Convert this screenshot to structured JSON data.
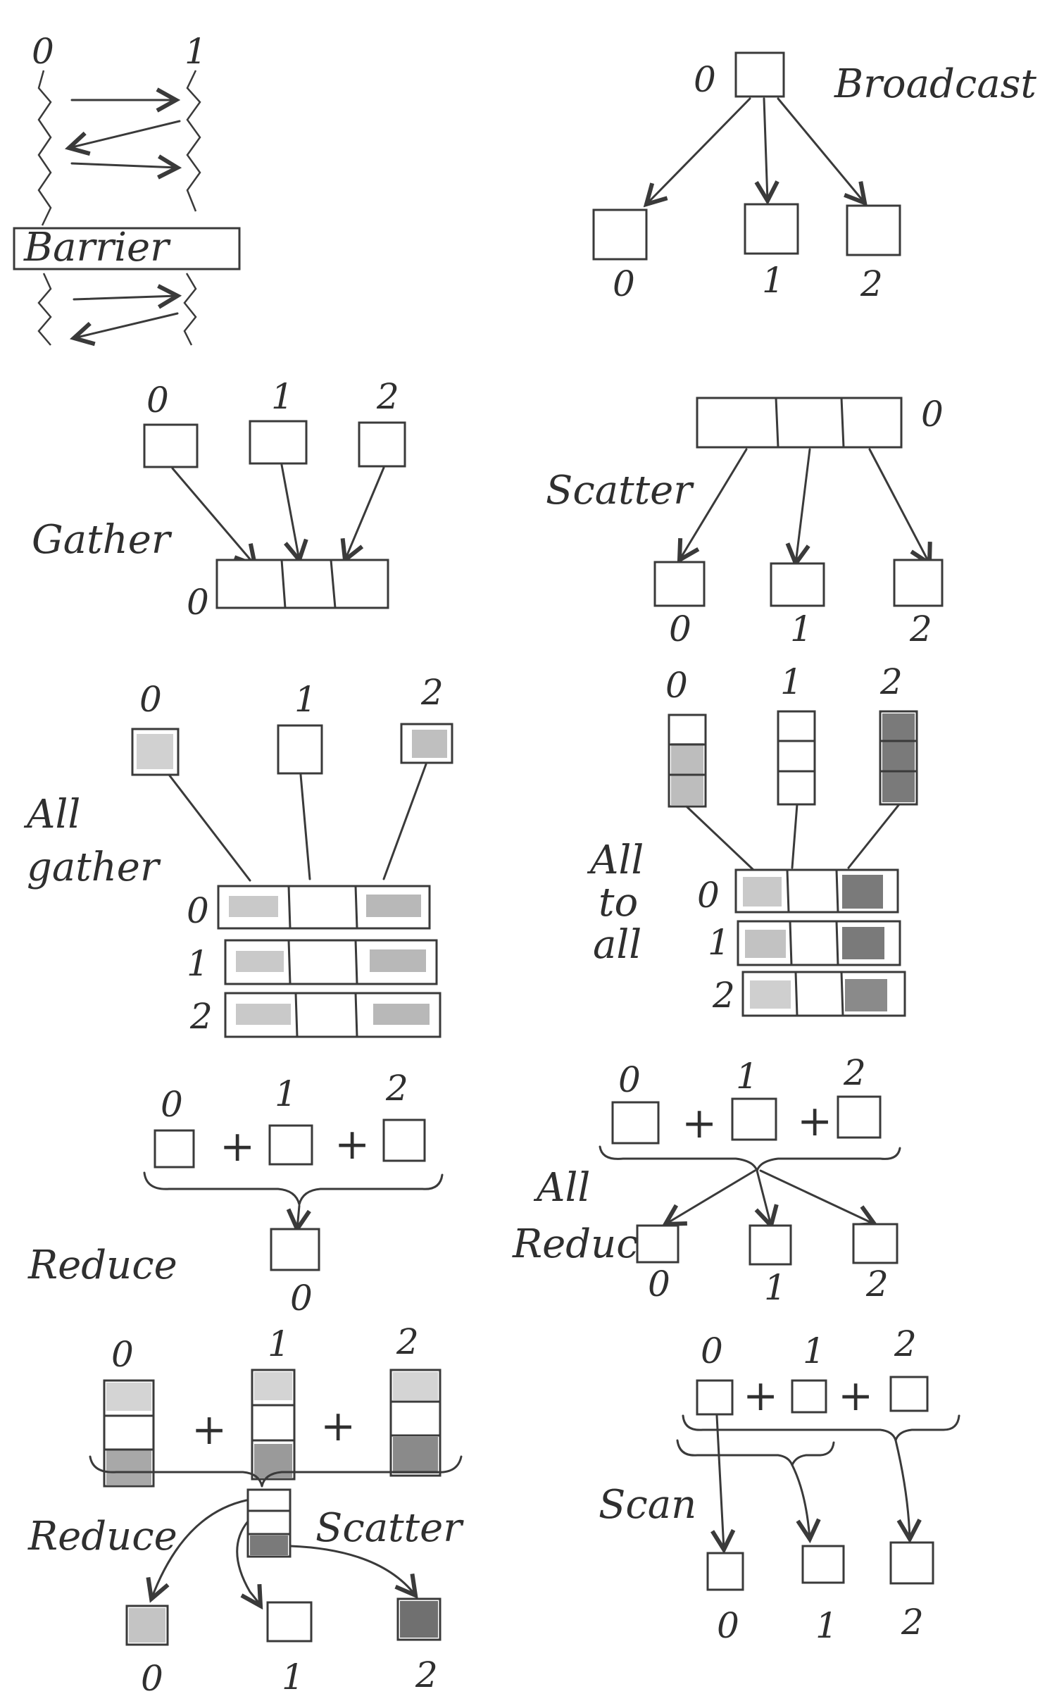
{
  "panels": {
    "barrier": {
      "title": "Barrier",
      "ranks": [
        "0",
        "1"
      ]
    },
    "broadcast": {
      "title": "Broadcast",
      "root": "0",
      "ranks": [
        "0",
        "1",
        "2"
      ]
    },
    "gather": {
      "title": "Gather",
      "ranks": [
        "0",
        "1",
        "2"
      ],
      "root": "0"
    },
    "scatter": {
      "title": "Scatter",
      "root": "0",
      "ranks": [
        "0",
        "1",
        "2"
      ]
    },
    "allgather": {
      "title_line1": "All",
      "title_line2": "gather",
      "ranks": [
        "0",
        "1",
        "2"
      ]
    },
    "alltoall": {
      "title_line1": "All",
      "title_line2": "to",
      "title_line3": "all",
      "ranks": [
        "0",
        "1",
        "2"
      ]
    },
    "reduce": {
      "title": "Reduce",
      "ranks": [
        "0",
        "1",
        "2"
      ],
      "root": "0",
      "op": "+"
    },
    "allreduce": {
      "title_line1": "All",
      "title_line2": "Reduce",
      "ranks": [
        "0",
        "1",
        "2"
      ],
      "op": "+"
    },
    "reduce_scatter": {
      "title_left": "Reduce",
      "title_right": "Scatter",
      "ranks": [
        "0",
        "1",
        "2"
      ],
      "op": "+"
    },
    "scan": {
      "title": "Scan",
      "ranks": [
        "0",
        "1",
        "2"
      ],
      "op": "+"
    }
  },
  "colors": {
    "ink": "#3a3a3a",
    "shade_light": "#c9c9c9",
    "shade_mid": "#a8a8a8",
    "shade_dark": "#6e6e6e"
  }
}
